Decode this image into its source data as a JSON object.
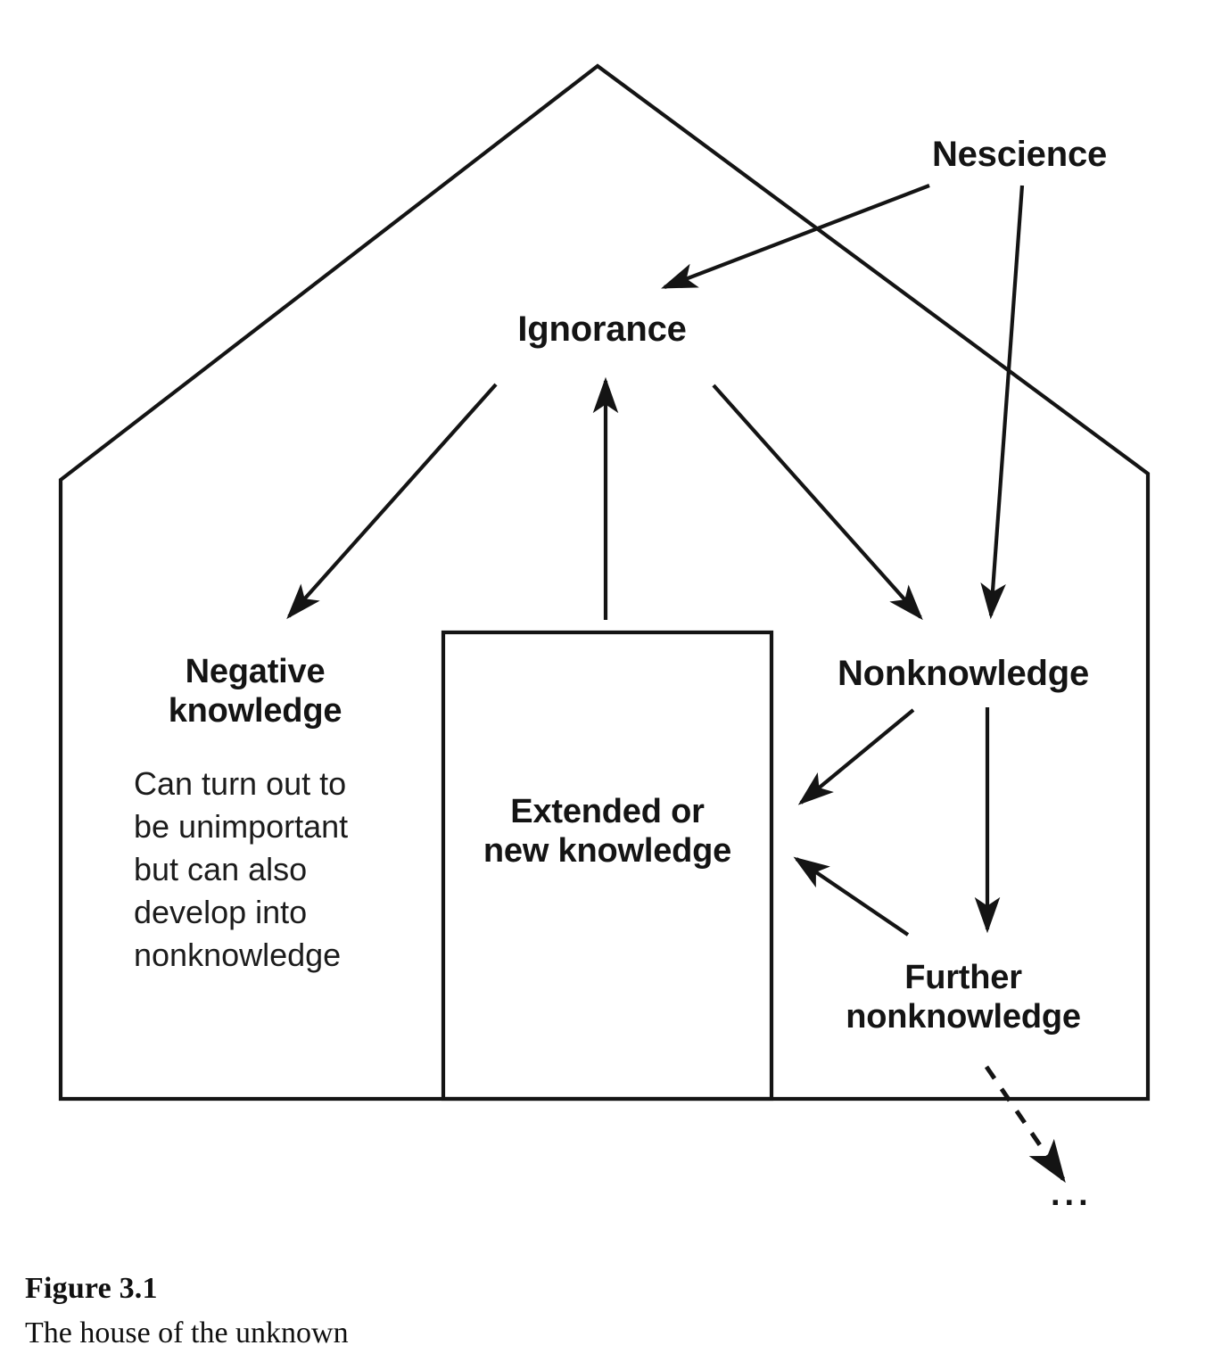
{
  "figure": {
    "caption_label": "Figure 3.1",
    "caption_text": "The house of the unknown",
    "stroke_color": "#141414",
    "background_color": "#ffffff"
  },
  "diagram": {
    "type": "concept-diagram",
    "shape": "house",
    "nodes": {
      "nescience": {
        "label": "Nescience",
        "outside_house": true
      },
      "ignorance": {
        "label": "Ignorance",
        "location": "roof"
      },
      "negative_knowledge": {
        "label": "Negative\nknowledge",
        "body": "Can turn out to\nbe unimportant\nbut can also\ndevelop into\nnonknowledge"
      },
      "extended_new_knowledge": {
        "label": "Extended or\nnew knowledge",
        "boxed": true
      },
      "nonknowledge": {
        "label": "Nonknowledge"
      },
      "further_nonknowledge": {
        "label": "Further\nnonknowledge"
      },
      "continuation": {
        "label": "..."
      }
    },
    "edges": [
      {
        "from": "nescience",
        "to": "ignorance",
        "style": "solid",
        "arrow": "end"
      },
      {
        "from": "nescience",
        "to": "nonknowledge",
        "style": "solid",
        "arrow": "end"
      },
      {
        "from": "ignorance",
        "to": "negative_knowledge",
        "style": "solid",
        "arrow": "end"
      },
      {
        "from": "extended_new_knowledge",
        "to": "ignorance",
        "style": "solid",
        "arrow": "end"
      },
      {
        "from": "ignorance",
        "to": "nonknowledge",
        "style": "solid",
        "arrow": "end"
      },
      {
        "from": "nonknowledge",
        "to": "extended_new_knowledge",
        "style": "solid",
        "arrow": "end"
      },
      {
        "from": "nonknowledge",
        "to": "further_nonknowledge",
        "style": "solid",
        "arrow": "end"
      },
      {
        "from": "further_nonknowledge",
        "to": "extended_new_knowledge",
        "style": "solid",
        "arrow": "end"
      },
      {
        "from": "further_nonknowledge",
        "to": "continuation",
        "style": "dashed",
        "arrow": "end"
      }
    ]
  }
}
